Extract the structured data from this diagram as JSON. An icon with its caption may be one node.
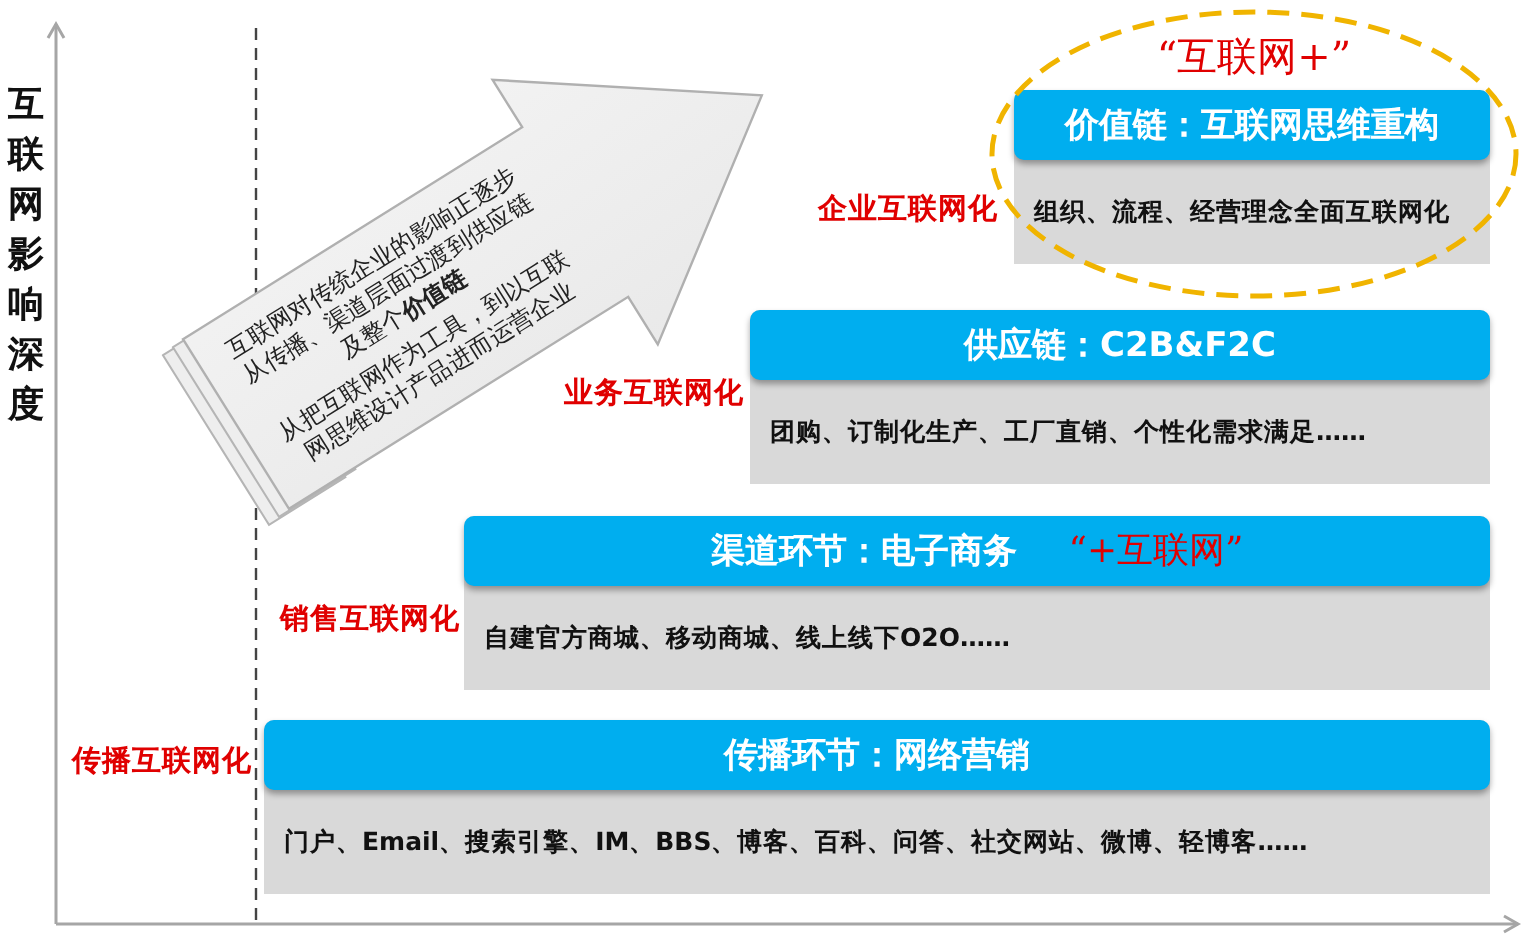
{
  "diagram": {
    "nodes": [
      {
        "text": [
          "“互联网+”"
        ]
      },
      {
        "text": [
          "价值链：互联网思维重构",
          "组织、流程、经营理念全面互联网化"
        ],
        "in": 0,
        "beside": [
          "企业互联网化"
        ]
      },
      {
        "text": [
          "互联网对传统企业的影响正逐步从传播、渠道层面过渡到供应链及整个**价值链**",
          "从把互联网作为工具，到以互联网思维设计产品进而运营企业"
        ]
      },
      {
        "text": [
          "供应链：C2B&F2C",
          "团购、订制化生产、工厂直销、个性化需求满足……"
        ],
        "beside": [
          "业务互联网化"
        ]
      },
      {
        "text": [
          "渠道环节：电子商务",
          "“+互联网”",
          "自建官方商城、移动商城、线上线下O2O……"
        ],
        "beside": [
          "销售互联网化"
        ]
      },
      {
        "text": [
          "传播环节：网络营销",
          "门户、Email、搜索引擎、IM、BBS、博客、百科、问答、社交网站、微博、轻博客……"
        ],
        "beside": [
          "传播互联网化"
        ]
      }
    ],
    "labels": [
      "互联网影响深度"
    ]
  }
}
